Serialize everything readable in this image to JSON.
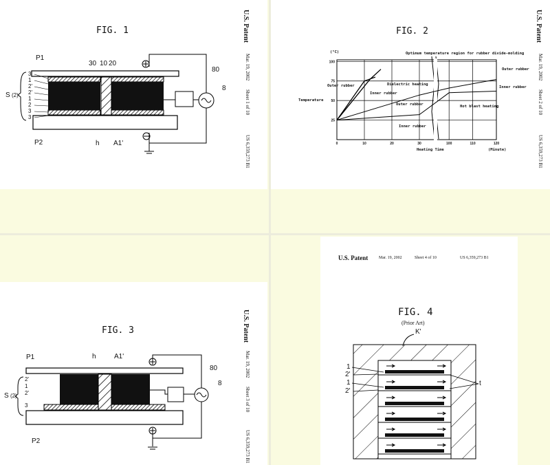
{
  "pages": [
    {
      "header": {
        "patent": "U.S. Patent",
        "date": "Mar. 19, 2002",
        "sheet": "Sheet 1 of 10",
        "number": "US 6,359,273 B1"
      },
      "figure": {
        "title": "FIG. 1",
        "labels": [
          "P1",
          "P2",
          "30",
          "10",
          "20",
          "80",
          "8",
          "h",
          "A1'",
          "S",
          "(2)",
          "2'",
          "3",
          "1",
          "2",
          "3",
          "1",
          "2'",
          "3"
        ]
      }
    },
    {
      "header": {
        "patent": "U.S. Patent",
        "date": "Mar. 19, 2002",
        "sheet": "Sheet 2 of 10",
        "number": "US 6,359,273 B1"
      },
      "figure": {
        "title": "FIG. 2"
      }
    },
    {
      "header": {
        "patent": "U.S. Patent",
        "date": "Mar. 19, 2002",
        "sheet": "Sheet 3 of 10",
        "number": "US 6,359,273 B1"
      },
      "figure": {
        "title": "FIG. 3",
        "labels": [
          "P1",
          "P2",
          "h",
          "A1'",
          "80",
          "8",
          "S",
          "(2)",
          "2'",
          "1",
          "2'",
          "3"
        ]
      }
    },
    {
      "header": {
        "patent": "U.S. Patent",
        "date": "Mar. 19, 2002",
        "sheet": "Sheet 4 of 10",
        "number": "US 6,359,273 B1"
      },
      "figure": {
        "title": "FIG. 4",
        "subtitle": "(Prior Art)",
        "labels": [
          "K'",
          "1",
          "2'",
          "1",
          "2'",
          "t"
        ]
      }
    }
  ],
  "chart_data": {
    "type": "line",
    "title": "FIG. 2",
    "xlabel": "Heating Time",
    "xunit": "(Minute)",
    "ylabel": "Temperature",
    "yunit": "(°C)",
    "xticks": [
      "0",
      "10",
      "20",
      "30",
      "100",
      "110",
      "120"
    ],
    "yticks": [
      "100",
      "75",
      "50",
      "25"
    ],
    "annotations": [
      "Optimum temperature region for rubber divide-molding",
      "Outer rubber",
      "Inner rubber",
      "Dielectric heating",
      "Outer rubber",
      "Inner rubber",
      "Outer rubber",
      "Inner rubber",
      "Hot blast heating"
    ],
    "series": [
      {
        "name": "Dielectric heating - outer rubber",
        "x": [
          0,
          12,
          16
        ],
        "y": [
          25,
          77,
          90
        ]
      },
      {
        "name": "Dielectric heating - inner rubber",
        "x": [
          0,
          10,
          14
        ],
        "y": [
          25,
          75,
          80
        ]
      },
      {
        "name": "Hot blast heating - outer rubber",
        "x": [
          0,
          30,
          100,
          120
        ],
        "y": [
          25,
          57,
          66,
          77
        ]
      },
      {
        "name": "Hot blast heating - inner rubber",
        "x": [
          0,
          30,
          100,
          120
        ],
        "y": [
          25,
          32,
          60,
          62
        ]
      }
    ],
    "ylim": [
      0,
      100
    ]
  }
}
